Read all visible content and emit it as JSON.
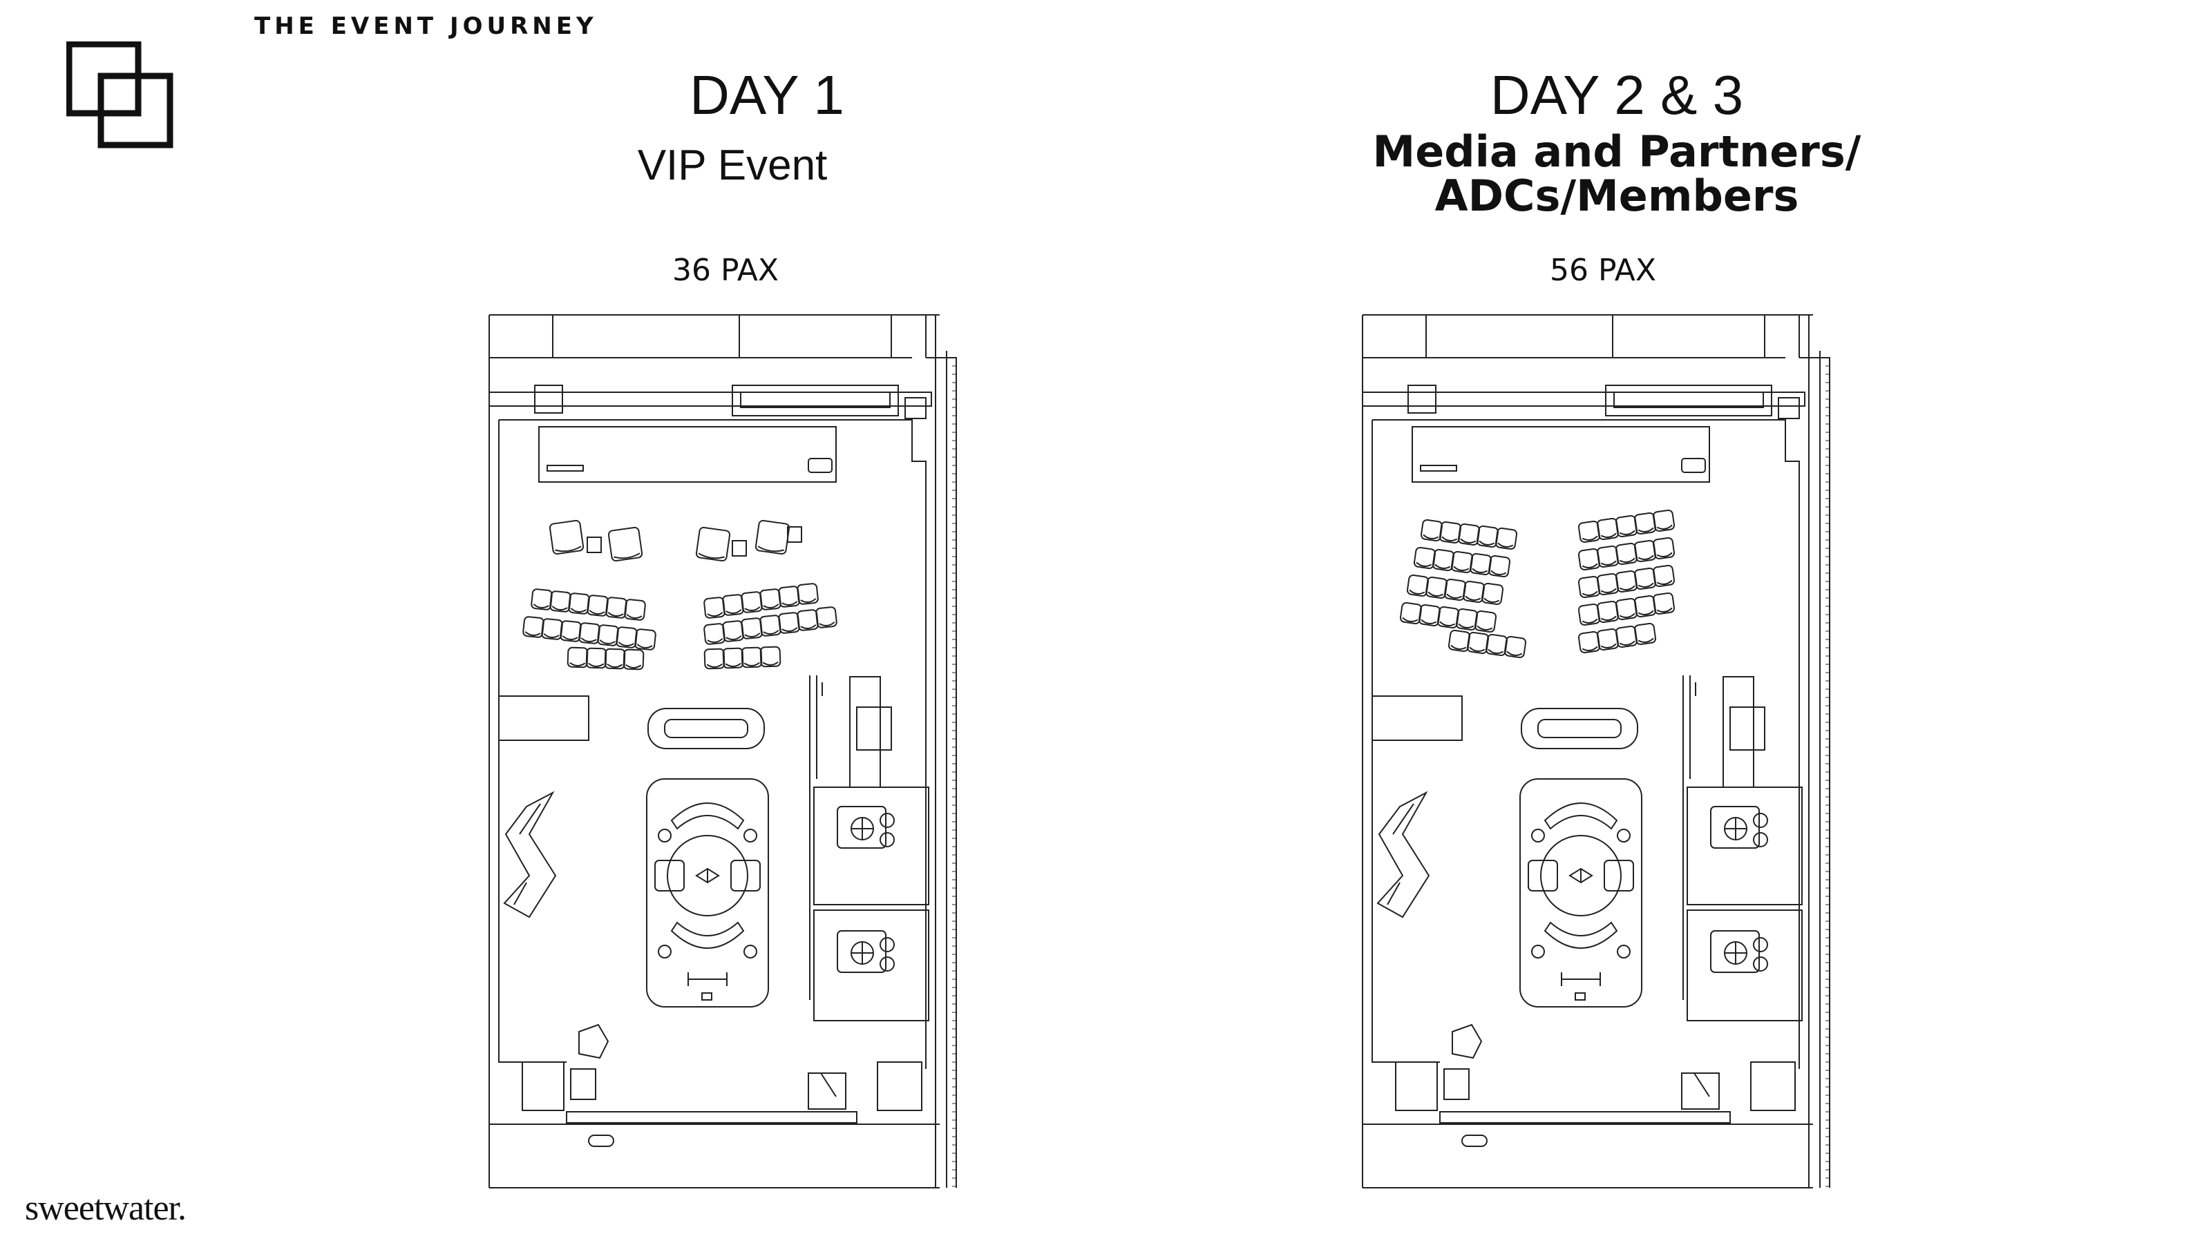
{
  "header": {
    "brand_title": "THE EVENT JOURNEY"
  },
  "footer": {
    "brand": "sweetwater."
  },
  "days": [
    {
      "title": "DAY 1",
      "subtitle": "VIP Event",
      "pax": "36 PAX"
    },
    {
      "title": "DAY 2 & 3",
      "subtitle_line1": "Media and Partners/",
      "subtitle_line2": "ADCs/Members",
      "pax": "56 PAX"
    }
  ],
  "icons": {
    "logo": "overlapping-squares-logo"
  }
}
